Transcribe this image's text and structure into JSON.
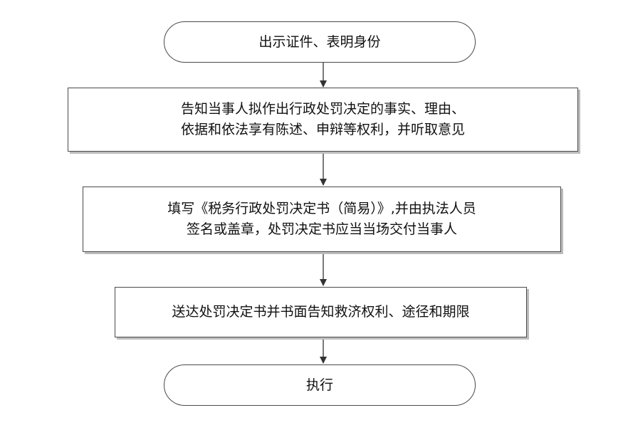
{
  "flowchart": {
    "nodes": [
      {
        "id": "start",
        "shape": "terminal",
        "lines": [
          "出示证件、表明身份"
        ]
      },
      {
        "id": "inform",
        "shape": "process",
        "lines": [
          "告知当事人拟作出行政处罚决定的事实、理由、",
          "依据和依法享有陈述、申辩等权利，并听取意见"
        ]
      },
      {
        "id": "fill",
        "shape": "process",
        "lines": [
          "填写《税务行政处罚决定书（简易）》,并由执法人员",
          "签名或盖章，处罚决定书应当当场交付当事人"
        ]
      },
      {
        "id": "deliver",
        "shape": "process",
        "lines": [
          "送达处罚决定书并书面告知救济权利、途径和期限"
        ]
      },
      {
        "id": "execute",
        "shape": "terminal",
        "lines": [
          "执行"
        ]
      }
    ],
    "edges": [
      {
        "from": "start",
        "to": "inform"
      },
      {
        "from": "inform",
        "to": "fill"
      },
      {
        "from": "fill",
        "to": "deliver"
      },
      {
        "from": "deliver",
        "to": "execute"
      }
    ],
    "colors": {
      "border": "#4a4a4a",
      "shadow": "#bdbdbd",
      "arrow": "#333333",
      "text": "#111111",
      "background": "#ffffff"
    }
  }
}
